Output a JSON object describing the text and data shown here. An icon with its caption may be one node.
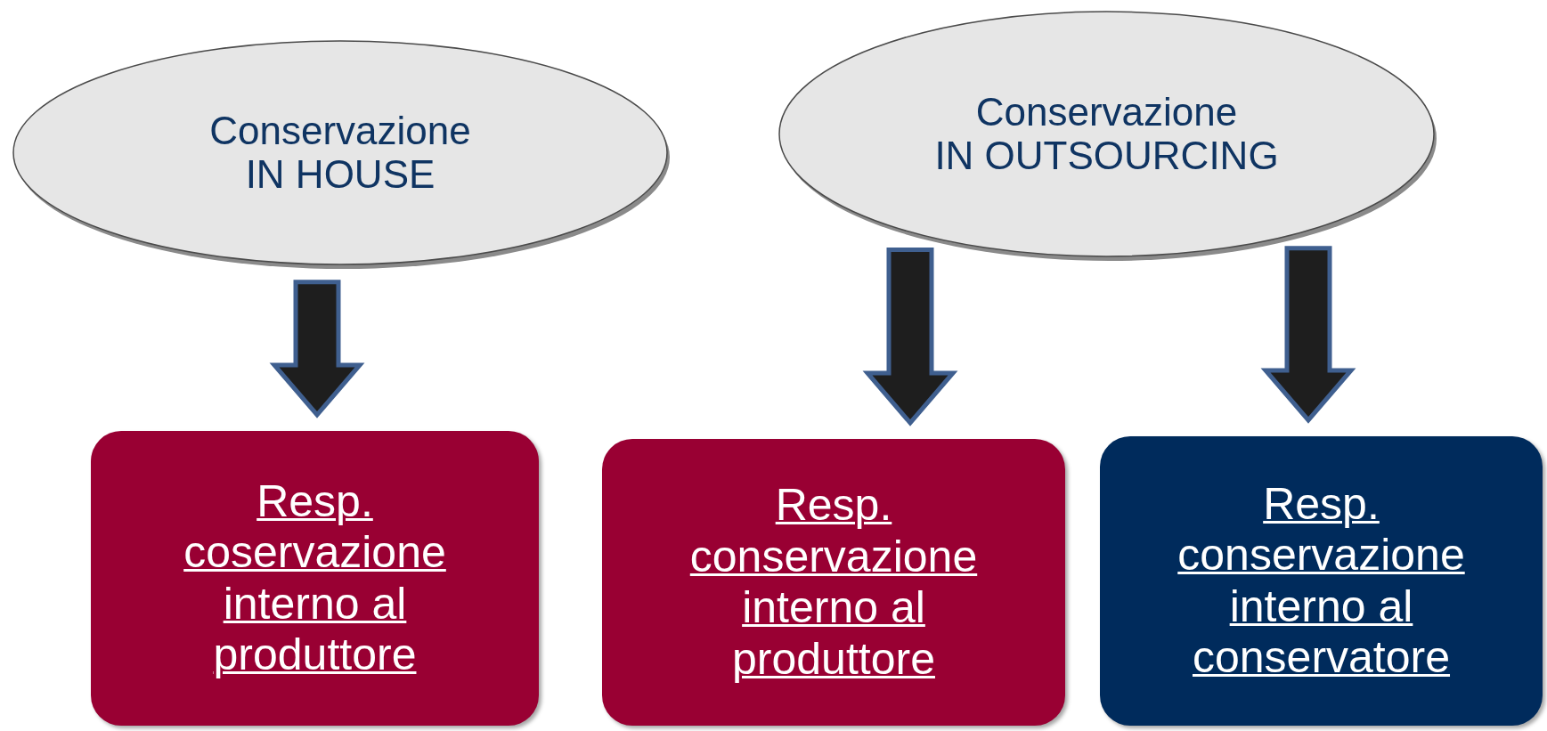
{
  "diagram": {
    "nodes": [
      {
        "text": [
          "Conservazione",
          "IN HOUSE"
        ]
      },
      {
        "text": [
          "Conservazione",
          "IN OUTSOURCING"
        ]
      },
      {
        "text": [
          "Resp. coservazione interno al produttore"
        ]
      },
      {
        "text": [
          "Resp. conservazione interno al produttore"
        ]
      },
      {
        "text": [
          "Resp. conservazione interno al conservatore"
        ]
      }
    ],
    "edges": [
      {
        "from": 0,
        "to": 2,
        "arrow": "to"
      },
      {
        "from": 1,
        "to": 3,
        "arrow": "to"
      },
      {
        "from": 1,
        "to": 4,
        "arrow": "to"
      }
    ]
  }
}
